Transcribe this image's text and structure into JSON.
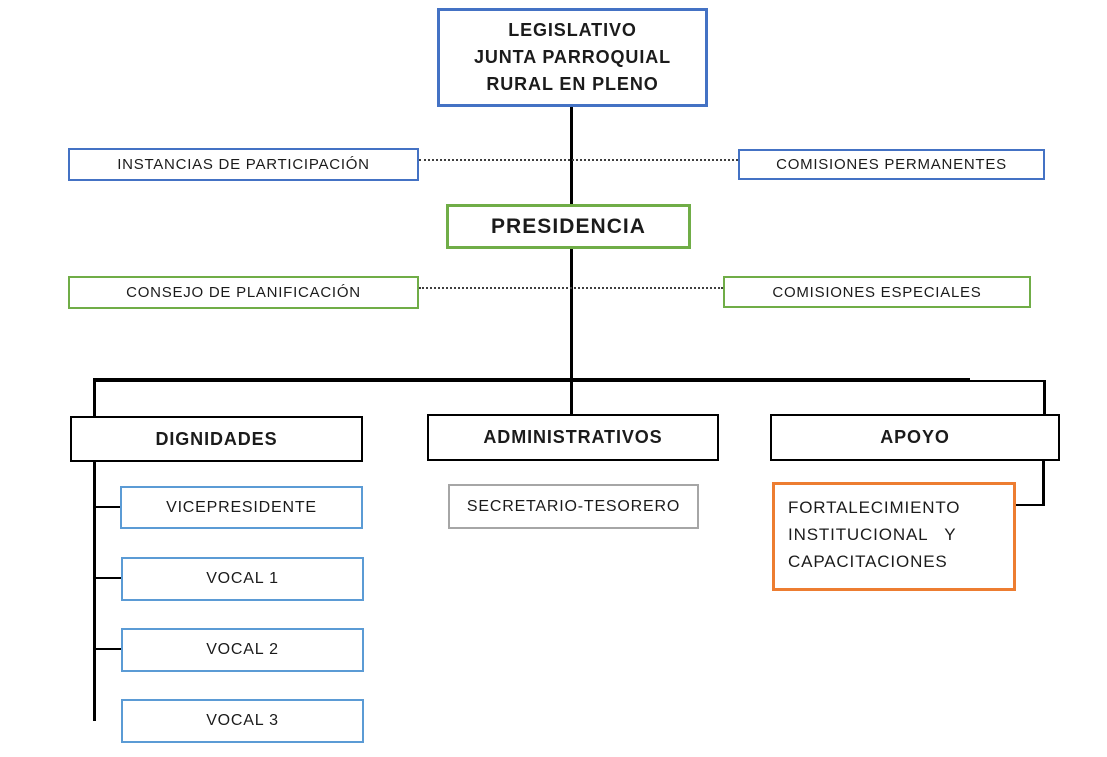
{
  "colors": {
    "blue_dark": "#4472C4",
    "blue_light": "#5B9BD5",
    "green": "#70AD47",
    "orange": "#ED7D31",
    "gray": "#A6A6A6",
    "black": "#000000"
  },
  "nodes": {
    "legislativo": {
      "label": "LEGISLATIVO\nJUNTA PARROQUIAL\nRURAL EN PLENO"
    },
    "instancias": {
      "label": "INSTANCIAS DE PARTICIPACIÓN"
    },
    "comisiones_permanentes": {
      "label": "COMISIONES PERMANENTES"
    },
    "presidencia": {
      "label": "PRESIDENCIA"
    },
    "consejo_planificacion": {
      "label": "CONSEJO DE PLANIFICACIÓN"
    },
    "comisiones_especiales": {
      "label": "COMISIONES ESPECIALES"
    },
    "dignidades": {
      "label": "DIGNIDADES"
    },
    "administrativos": {
      "label": "ADMINISTRATIVOS"
    },
    "apoyo": {
      "label": "APOYO"
    },
    "vicepresidente": {
      "label": "VICEPRESIDENTE"
    },
    "vocal_1": {
      "label": "VOCAL 1"
    },
    "vocal_2": {
      "label": "VOCAL 2"
    },
    "vocal_3": {
      "label": "VOCAL 3"
    },
    "secretario_tesorero": {
      "label": "SECRETARIO-TESORERO"
    },
    "fortalecimiento": {
      "label": "FORTALECIMIENTO\nINSTITUCIONAL   Y\nCAPACITACIONES"
    }
  }
}
